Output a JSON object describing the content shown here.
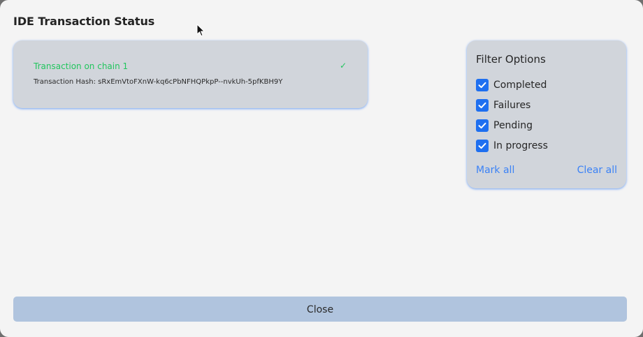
{
  "dialog": {
    "title": "IDE Transaction Status"
  },
  "transaction": {
    "title": "Transaction on chain 1",
    "status_icon": "✓",
    "hash_label": "Transaction Hash: sRxEmVtoFXnW-kq6cPbNFHQPkpP--nvkUh-5pfKBH9Y"
  },
  "filters": {
    "title": "Filter Options",
    "options": [
      {
        "label": "Completed",
        "checked": true
      },
      {
        "label": "Failures",
        "checked": true
      },
      {
        "label": "Pending",
        "checked": true
      },
      {
        "label": "In progress",
        "checked": true
      }
    ],
    "mark_all_label": "Mark all",
    "clear_all_label": "Clear all"
  },
  "footer": {
    "close_label": "Close"
  },
  "colors": {
    "success": "#22c55e",
    "checkbox": "#1e6ff0",
    "link": "#3b82f6",
    "close_button": "#b0c4de"
  }
}
